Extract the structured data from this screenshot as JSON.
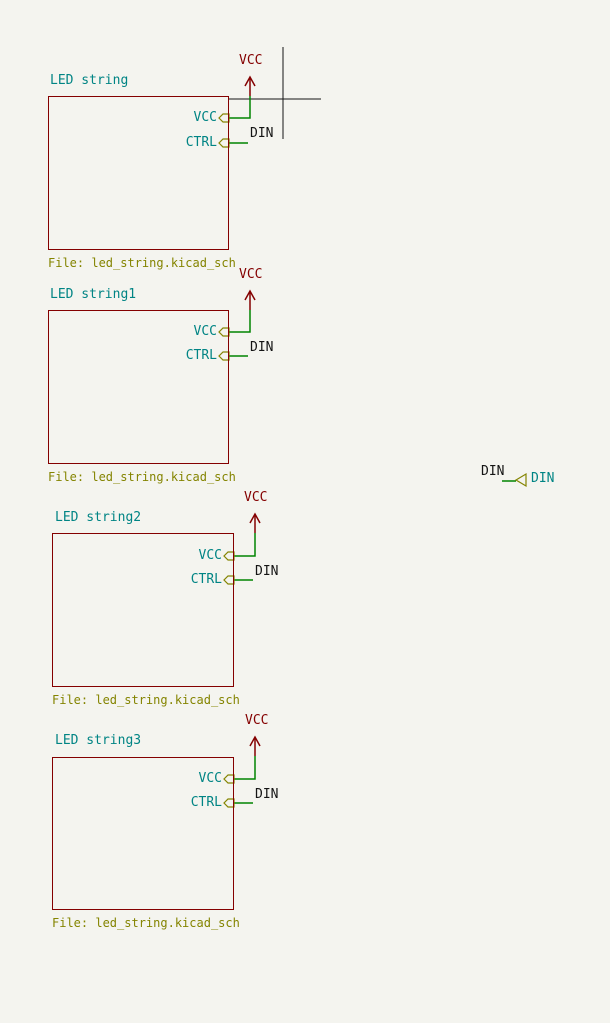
{
  "application": "schematic-editor-canvas",
  "colors": {
    "background": "#F4F4EF",
    "sheet_border": "#840000",
    "sheet_name": "#008484",
    "sheet_file": "#848400",
    "sheet_pin_glyph": "#848400",
    "pin_label": "#008484",
    "wire": "#008400",
    "power_symbol": "#840000",
    "net_label": "#141414",
    "hier_label": "#008484"
  },
  "sheets": [
    {
      "name": "LED string",
      "file": "File: led_string.kicad_sch",
      "pins": [
        {
          "label": "VCC"
        },
        {
          "label": "CTRL"
        }
      ],
      "power_label": "VCC",
      "net_label": "DIN"
    },
    {
      "name": "LED string1",
      "file": "File: led_string.kicad_sch",
      "pins": [
        {
          "label": "VCC"
        },
        {
          "label": "CTRL"
        }
      ],
      "power_label": "VCC",
      "net_label": "DIN"
    },
    {
      "name": "LED string2",
      "file": "File: led_string.kicad_sch",
      "pins": [
        {
          "label": "VCC"
        },
        {
          "label": "CTRL"
        }
      ],
      "power_label": "VCC",
      "net_label": "DIN"
    },
    {
      "name": "LED string3",
      "file": "File: led_string.kicad_sch",
      "pins": [
        {
          "label": "VCC"
        },
        {
          "label": "CTRL"
        }
      ],
      "power_label": "VCC",
      "net_label": "DIN"
    }
  ],
  "right_area": {
    "net_label": "DIN",
    "hier_label": "DIN"
  }
}
